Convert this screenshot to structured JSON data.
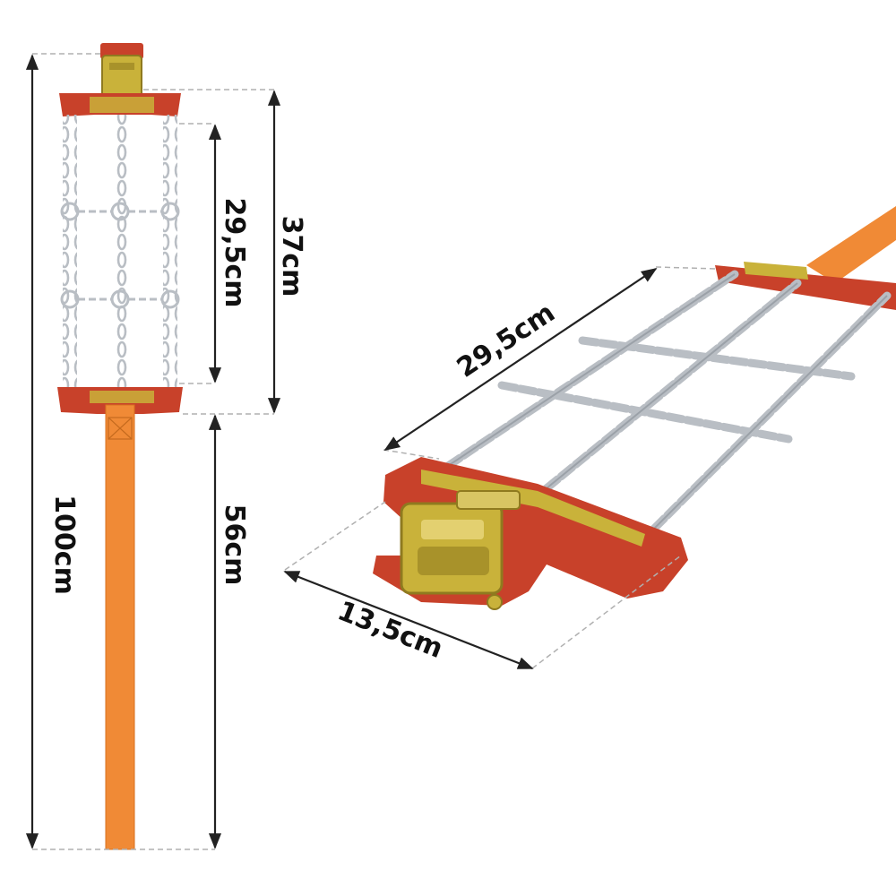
{
  "dimensions": {
    "total_length": "100cm",
    "chain_section": "37cm",
    "chain_length": "29,5cm",
    "strap_length": "56cm",
    "diagonal_chain_length": "29,5cm",
    "plate_width": "13,5cm"
  },
  "colors": {
    "strap_orange": "#f08a36",
    "plate_red": "#c8412a",
    "buckle_yellow": "#c9b23a",
    "chain_silver": "#b9bec4",
    "dimension_line": "#222222",
    "extension_line": "#b0b0b0"
  }
}
